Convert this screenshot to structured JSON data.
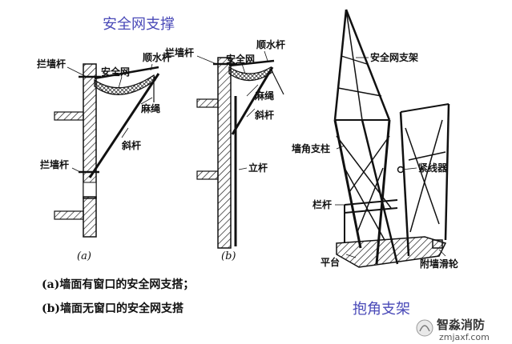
{
  "figure_a": {
    "title": "安全网支撑",
    "labels": {
      "lanqiang_top": "拦墙杆",
      "anquanwang": "安全网",
      "shunshui": "顺水杆",
      "masheng": "麻绳",
      "xiegan": "斜杆",
      "lanqiang_mid": "拦墙杆"
    },
    "sub_label": "(a)"
  },
  "figure_b": {
    "labels": {
      "lanqiang": "拦墙杆",
      "anquanwang": "安全网",
      "shunshui": "顺水杆",
      "masheng": "麻绳",
      "xiegan": "斜杆",
      "ligan": "立杆"
    },
    "sub_label": "(b)"
  },
  "captions": {
    "a": "(a)墙面有窗口的安全网支搭；",
    "b": "(b)墙面无窗口的安全网支搭"
  },
  "figure_c": {
    "title": "抱角支架",
    "labels": {
      "zhijia": "安全网支架",
      "zhizhu": "墙角支柱",
      "jinxian": "紧线器",
      "langan": "栏杆",
      "pingtai": "平台",
      "huolun": "附墙滑轮"
    }
  },
  "watermark": {
    "name": "智淼消防",
    "url": "zmjaxf.com"
  },
  "colors": {
    "ink": "#111111",
    "title": "#4a4ab8",
    "brick": "#cfcfcf"
  }
}
